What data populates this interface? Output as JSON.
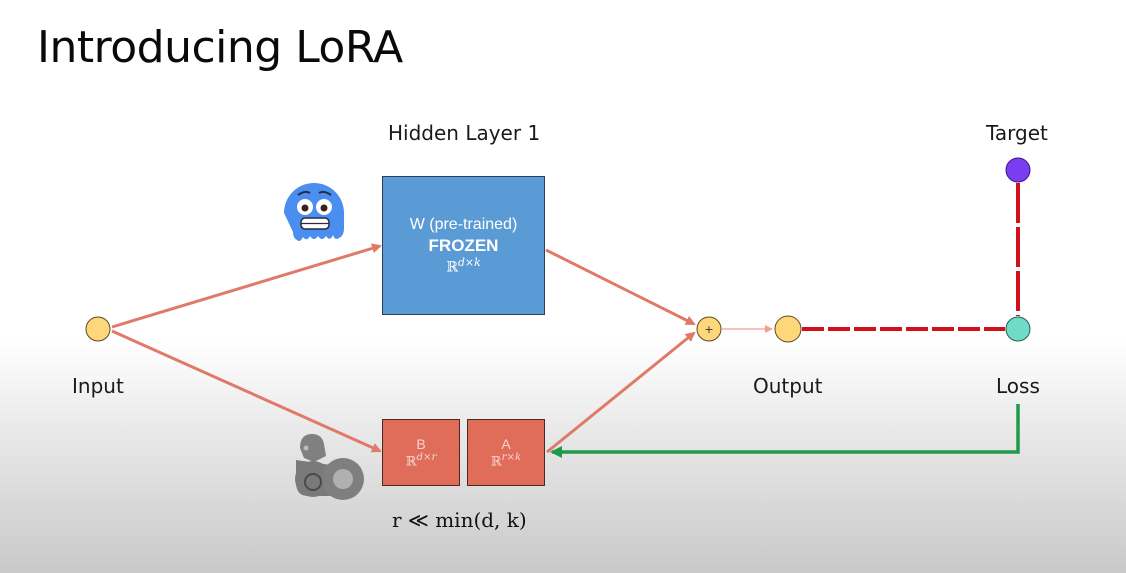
{
  "slide": {
    "title": "Introducing LoRA"
  },
  "labels": {
    "hidden_layer": "Hidden Layer 1",
    "target": "Target",
    "input": "Input",
    "output": "Output",
    "loss": "Loss",
    "plus": "+"
  },
  "weights_box": {
    "line1": "W (pre-trained)",
    "line2": "FROZEN",
    "space_symbol": "ℝ",
    "space_dims": "d×k"
  },
  "lora_b": {
    "name": "B",
    "space_symbol": "ℝ",
    "space_dims": "d×r"
  },
  "lora_a": {
    "name": "A",
    "space_symbol": "ℝ",
    "space_dims": "r×k"
  },
  "rank_condition": "r ≪ min(d, k)",
  "icons": {
    "frozen": "cold-face-emoji",
    "trainable": "tape-roll-icon"
  },
  "colors": {
    "frozen_box": "#5b9bd5",
    "lora_box": "#e06c5a",
    "arrow": "#e07a68",
    "node_yellow": "#fdd77a",
    "node_loss": "#6fdcc8",
    "node_target": "#7a3df0",
    "loss_line": "#d0101a",
    "gradient_arrow": "#1f9a48"
  }
}
